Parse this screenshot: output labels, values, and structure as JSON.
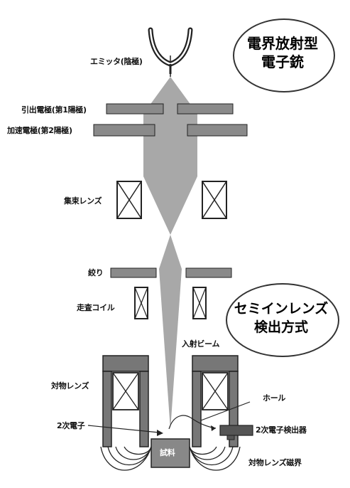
{
  "bubbles": {
    "gun": [
      "電界放射型",
      "電子銃"
    ],
    "detection": [
      "セミインレンズ",
      "検出方式"
    ]
  },
  "labels": {
    "emitter": "エミッタ(陰極)",
    "extraction_electrode": "引出電極(第1陽極)",
    "acceleration_electrode": "加速電極(第2陽極)",
    "condenser_lens": "集束レンズ",
    "aperture": "絞り",
    "scan_coil": "走査コイル",
    "incident_beam": "入射ビーム",
    "objective_lens": "対物レンズ",
    "hole": "ホール",
    "secondary_electron": "2次電子",
    "secondary_detector": "2次電子検出器",
    "specimen": "試料",
    "objective_field": "対物レンズ磁界"
  },
  "colors": {
    "beam": "#a8a8a8",
    "electrode": "#8a8a8a",
    "lens_frame": "#777777",
    "outline": "#222222"
  }
}
